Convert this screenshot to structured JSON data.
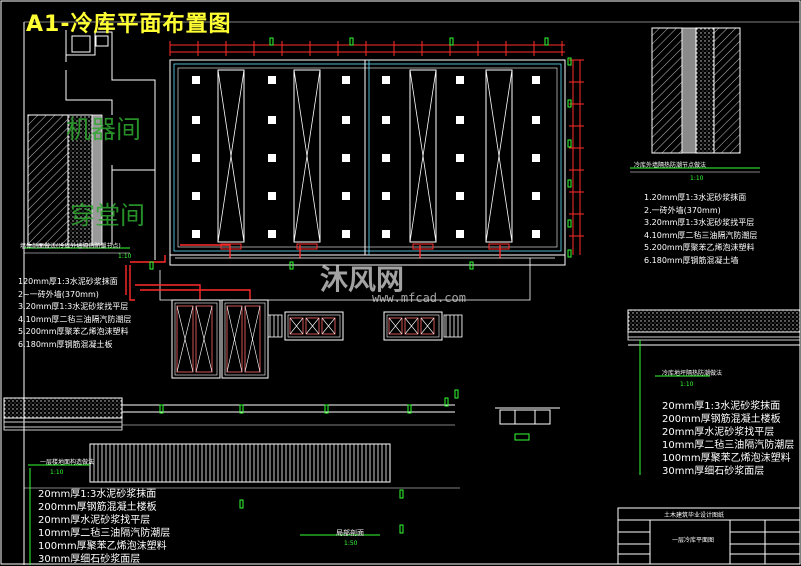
{
  "title": "A1-冷库平面布置图",
  "rooms": {
    "machine_room": "机器间",
    "lobby": "穿堂间"
  },
  "captions": {
    "left_wall": "墙体剖面做法(冷库外墙隔热防潮节点)",
    "right_wall": "冷库外墙隔热防潮节点做法",
    "floor_section": "一层楼地面构造做法",
    "right_floor": "冷库地坪隔热防潮做法",
    "section_mark": "局部剖面",
    "scale_1": "1:10",
    "scale_2": "1:10",
    "scale_3": "1:10",
    "scale_4": "1:10",
    "scale_5": "1:50"
  },
  "notes_left": [
    "120mm厚1:3水泥砂浆抹面",
    "2~一砖外墙(370mm)",
    "3.20mm厚1:3水泥砂浆找平层",
    "4.10mm厚二毡三油隔汽防潮层",
    "5.200mm厚聚苯乙烯泡沫塑料",
    "6.180mm厚钢筋混凝土板"
  ],
  "notes_right_top": [
    "1.20mm厚1:3水泥砂浆抹面",
    "2.一砖外墙(370mm)",
    "3.20mm厚1:3水泥砂浆找平层",
    "4.10mm厚二毡三油隔汽防潮层",
    "5.200mm厚聚苯乙烯泡沫塑料",
    "6.180mm厚钢筋混凝土墙"
  ],
  "notes_right_bottom": [
    "20mm厚1:3水泥砂浆抹面",
    "200mm厚钢筋混凝土楼板",
    "20mm厚水泥砂浆找平层",
    "10mm厚二毡三油隔汽防潮层",
    "100mm厚聚苯乙烯泡沫塑料",
    "30mm厚细石砂浆面层"
  ],
  "notes_bottom_left": [
    "20mm厚1:3水泥砂浆抹面",
    "200mm厚钢筋混凝土楼板",
    "20mm厚水泥砂浆找平层",
    "10mm厚二毡三油隔汽防潮层",
    "100mm厚聚苯乙烯泡沫塑料",
    "30mm厚细石砂浆面层"
  ],
  "title_block": {
    "project": "土木建筑毕业设计图纸",
    "drawing": "一层冷库平面图"
  },
  "watermark": {
    "brand": "沐风网",
    "url": "www.mfcad.com"
  },
  "colors": {
    "background": "#000000",
    "lines": "#ffffff",
    "dimension": "#ff2b2b",
    "accent": "#33ff33",
    "title": "#ffff33",
    "hatch": "#cfcfcf"
  }
}
